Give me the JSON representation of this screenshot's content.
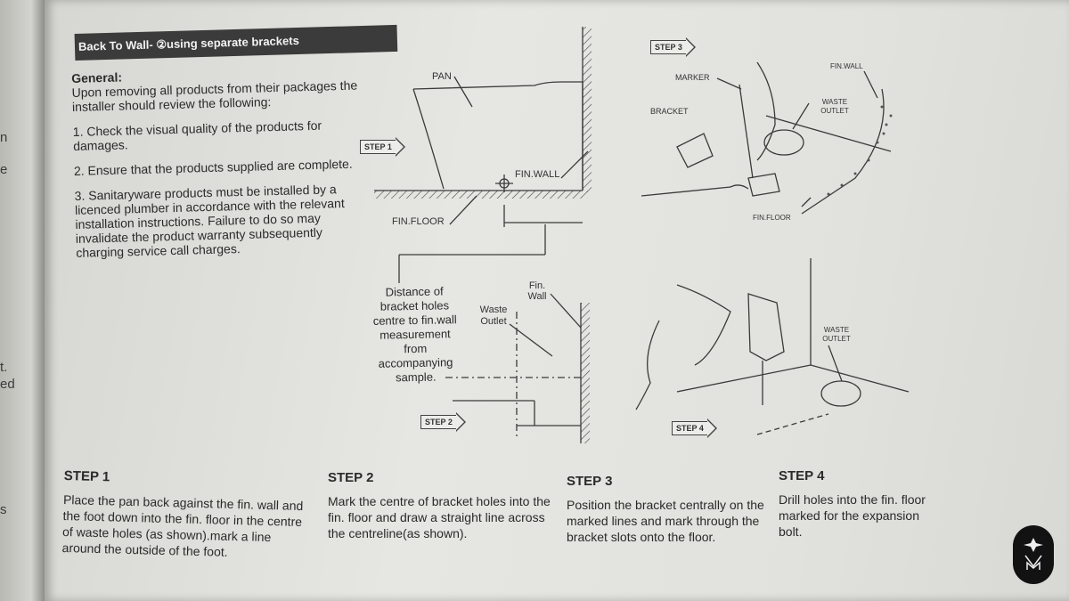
{
  "left_page": {
    "fragments": [
      "n",
      "e",
      "t.",
      "ed",
      "s"
    ]
  },
  "title": "Back To Wall- ②using separate brackets",
  "general": {
    "heading": "General:",
    "intro": "Upon removing all products from their packages the installer should review the following:",
    "items": [
      "1. Check the visual quality of the products for damages.",
      "2. Ensure that the products supplied are complete.",
      "3. Sanitaryware products must be installed by a licenced plumber in accordance with the relevant installation instructions. Failure to do so may invalidate the product warranty subsequently charging service call charges."
    ]
  },
  "diagram": {
    "step_tags": [
      "STEP 1",
      "STEP 2",
      "STEP 3",
      "STEP 4"
    ],
    "labels": {
      "pan": "PAN",
      "fin_wall": "FIN.WALL",
      "fin_floor": "FIN.FLOOR",
      "fin_wall_2": "Fin. Wall",
      "waste_outlet": "Waste Outlet",
      "marker": "MARKER",
      "bracket": "BRACKET",
      "fin_wall_3": "FIN.WALL",
      "waste_outlet_3": "WASTE OUTLET",
      "fin_floor_3": "FIN.FLOOR",
      "waste_outlet_4": "WASTE OUTLET"
    },
    "distance_note": [
      "Distance of",
      "bracket holes",
      "centre to fin.wall",
      "measurement",
      "from",
      "accompanying",
      "sample."
    ]
  },
  "steps": [
    {
      "title": "STEP 1",
      "body": "Place the pan back against the fin. wall and the foot down into the fin. floor in the centre of waste holes (as shown).mark a line around the outside of the foot."
    },
    {
      "title": "STEP 2",
      "body": "Mark the centre of bracket holes into the fin. floor and draw a straight line across the centreline(as shown)."
    },
    {
      "title": "STEP 3",
      "body": "Position the bracket centrally on the marked lines and mark through the bracket slots onto the floor."
    },
    {
      "title": "STEP 4",
      "body": "Drill holes into the fin. floor marked for the expansion bolt."
    }
  ]
}
